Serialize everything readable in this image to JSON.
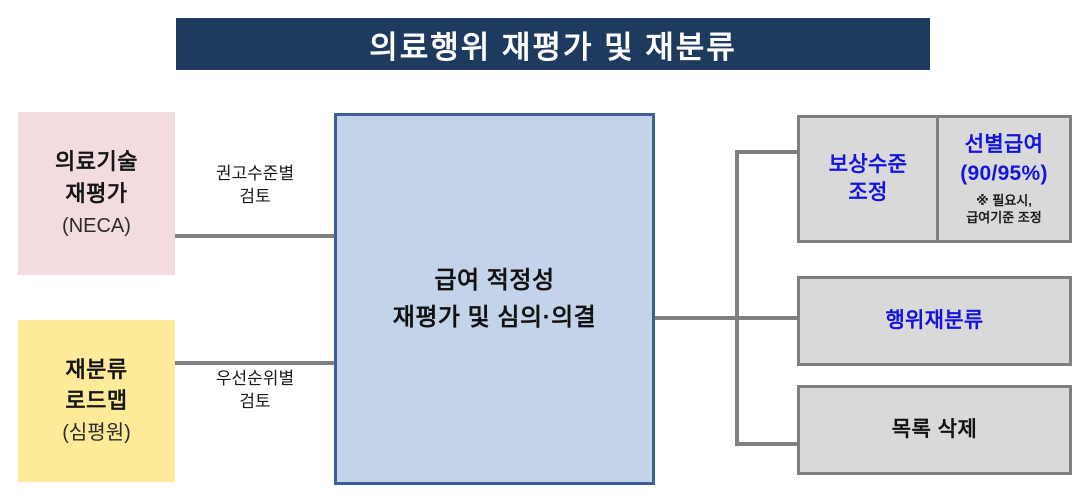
{
  "title": {
    "text": "의료행위 재평가 및 재분류",
    "banner_color": "#1f3a5f",
    "text_color": "#ffffff"
  },
  "sources": [
    {
      "id": "medical-technology-reassessment",
      "line1": "의료기술",
      "line2": "재평가",
      "sub": "(NECA)",
      "color": "#f3dcdf"
    },
    {
      "id": "reclassification-roadmap",
      "line1": "재분류",
      "line2": "로드맵",
      "sub": "(심평원)",
      "color": "#fdeb9a"
    }
  ],
  "connector_labels": [
    {
      "line1": "권고수준별",
      "line2": "검토"
    },
    {
      "line1": "우선순위별",
      "line2": "검토"
    }
  ],
  "center": {
    "line1": "급여 적정성",
    "line2": "재평가 및 심의·의결",
    "fill": "#c3d3ea",
    "border": "#3c6096"
  },
  "outcomes": [
    {
      "id": "compensation-level-adjustment",
      "left": {
        "line1": "보상수준",
        "line2": "조정",
        "color": "#1414dc"
      },
      "right": {
        "line1": "선별급여",
        "line2": "(90/95%)",
        "note1": "※ 필요시,",
        "note2": "급여기준 조정",
        "color": "#1414dc"
      }
    },
    {
      "id": "procedure-reclassification",
      "label": "행위재분류",
      "color": "#1414dc"
    },
    {
      "id": "list-deletion",
      "label": "목록 삭제",
      "color": "#121212"
    }
  ]
}
